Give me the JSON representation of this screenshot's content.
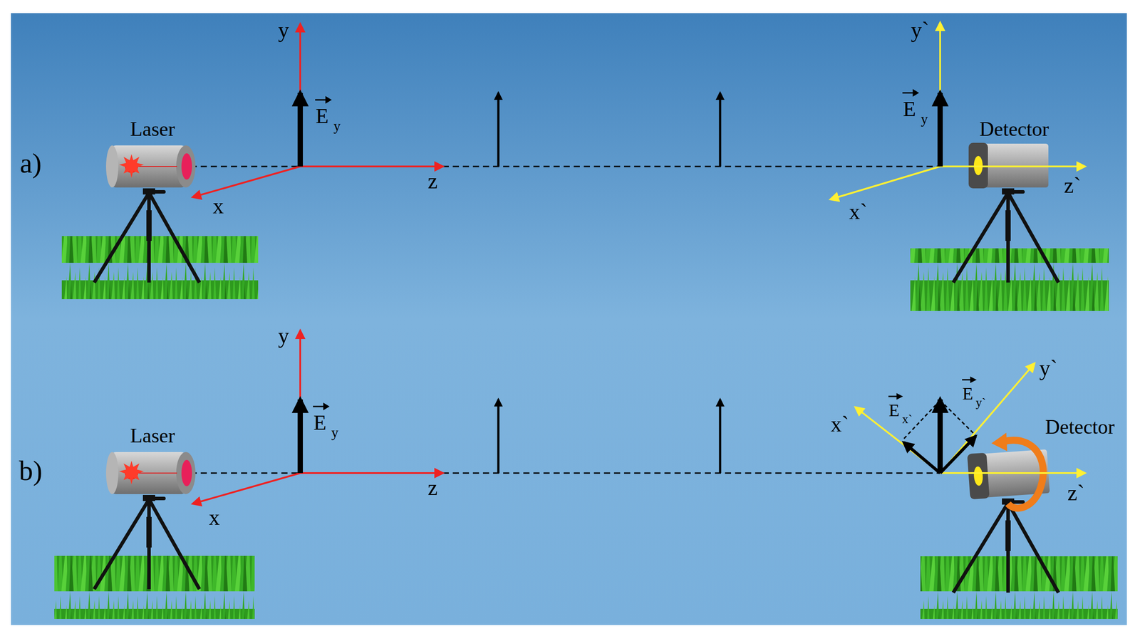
{
  "diagram": {
    "labels": [
      "a)",
      "y",
      "E",
      "y",
      "x",
      "z",
      "Laser",
      "y`",
      "E",
      "y",
      "Detector",
      "z`",
      "x`",
      "b)",
      "y",
      "E",
      "y",
      "x",
      "z",
      "Laser",
      "x`",
      "E",
      "x`",
      "E",
      "y`",
      "y`",
      "Detector",
      "z`"
    ]
  }
}
